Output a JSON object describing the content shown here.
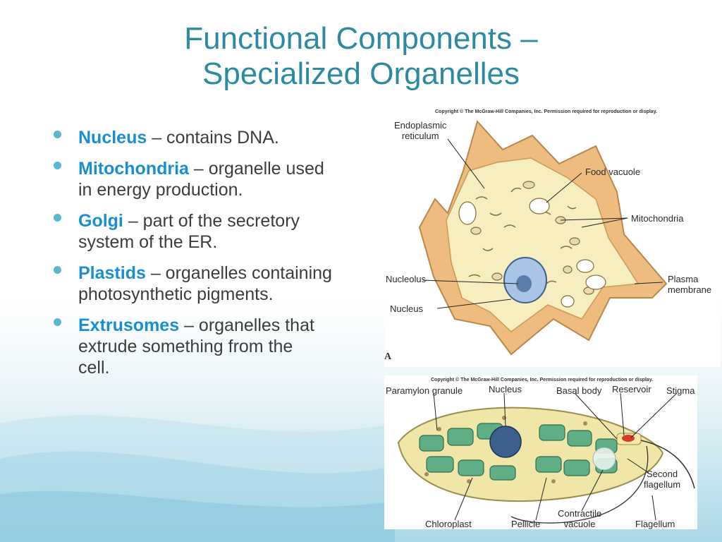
{
  "slide": {
    "title_line1": "Functional Components –",
    "title_line2": "Specialized Organelles"
  },
  "bullets": [
    {
      "term": "Nucleus",
      "text": " – contains DNA."
    },
    {
      "term": "Mitochondria",
      "text": " – organelle used in energy production."
    },
    {
      "term": "Golgi",
      "text": " – part of the secretory system of the ER."
    },
    {
      "term": "Plastids",
      "text": " – organelles containing photosynthetic pigments."
    },
    {
      "term": "Extrusomes",
      "text": " – organelles that extrude something from the cell."
    }
  ],
  "figure_amoeba": {
    "copyright": "Copyright © The McGraw-Hill Companies, Inc. Permission required for reproduction or display.",
    "labels": {
      "er_line1": "Endoplasmic",
      "er_line2": "reticulum",
      "food_vacuole": "Food vacuole",
      "mitochondria": "Mitochondria",
      "nucleolus": "Nucleolus",
      "plasma_line1": "Plasma",
      "plasma_line2": "membrane",
      "nucleus": "Nucleus"
    },
    "panel_letter": "A"
  },
  "figure_euglena": {
    "copyright": "Copyright © The McGraw-Hill Companies, Inc. Permission required for reproduction or display.",
    "labels": {
      "paramylon": "Paramylon granule",
      "nucleus": "Nucleus",
      "basal_body": "Basal body",
      "reservoir": "Reservoir",
      "stigma": "Stigma",
      "second_line1": "Second",
      "second_line2": "flagellum",
      "chloroplast": "Chloroplast",
      "pellicle": "Pellicle",
      "contractile_line1": "Contractile",
      "contractile_line2": "vacuole",
      "flagellum": "Flagellum"
    }
  },
  "colors": {
    "title": "#2e8aa0",
    "term": "#1a8fcf",
    "bullet_dot": "#58b8d4",
    "cell_membrane": "#eebc7f",
    "cytoplasm": "#f6eebe",
    "chloroplast": "#5fae86",
    "nucleus_blue": "#3c5f8c"
  }
}
